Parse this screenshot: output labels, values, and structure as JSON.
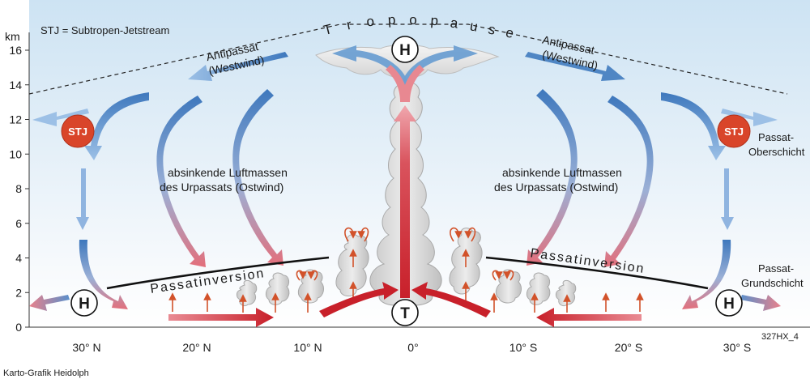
{
  "legend": "STJ = Subtropen-Jetstream",
  "axis": {
    "unit": "km",
    "y_ticks": [
      "16",
      "14",
      "12",
      "10",
      "8",
      "6",
      "4",
      "2",
      "0"
    ],
    "x_ticks": [
      "30° N",
      "20° N",
      "10° N",
      "0°",
      "10° S",
      "20° S",
      "30° S"
    ]
  },
  "tropopause": [
    "T",
    "r",
    "o",
    "p",
    "o",
    "p",
    "a",
    "u",
    "s",
    "e"
  ],
  "labels": {
    "antipassat_left_1": "Antipassat",
    "antipassat_left_2": "(Westwind)",
    "antipassat_right_1": "Antipassat",
    "antipassat_right_2": "(Westwind)",
    "sinking_left_1": "absinkende Luftmassen",
    "sinking_left_2": "des Urpassats (Ostwind)",
    "sinking_right_1": "absinkende Luftmassen",
    "sinking_right_2": "des Urpassats (Ostwind)",
    "inversion_left": "Passatinversion",
    "inversion_right": "Passatinversion",
    "passat_ober_1": "Passat-",
    "passat_ober_2": "Oberschicht",
    "passat_grund_1": "Passat-",
    "passat_grund_2": "Grundschicht",
    "code": "327HX_4",
    "credit": "Karto-Grafik Heidolph"
  },
  "markers": {
    "high": "H",
    "low": "T",
    "stj": "STJ"
  },
  "colors": {
    "sky_top": "#cde3f3",
    "sky_bottom": "#ffffff",
    "blue_arrow": "#4f86c4",
    "pink_arrow": "#e0707a",
    "red_arrow": "#c8202a",
    "stj_circle": "#d9452a",
    "cloud": "#d8d8d8",
    "inversion_line": "#111111"
  }
}
